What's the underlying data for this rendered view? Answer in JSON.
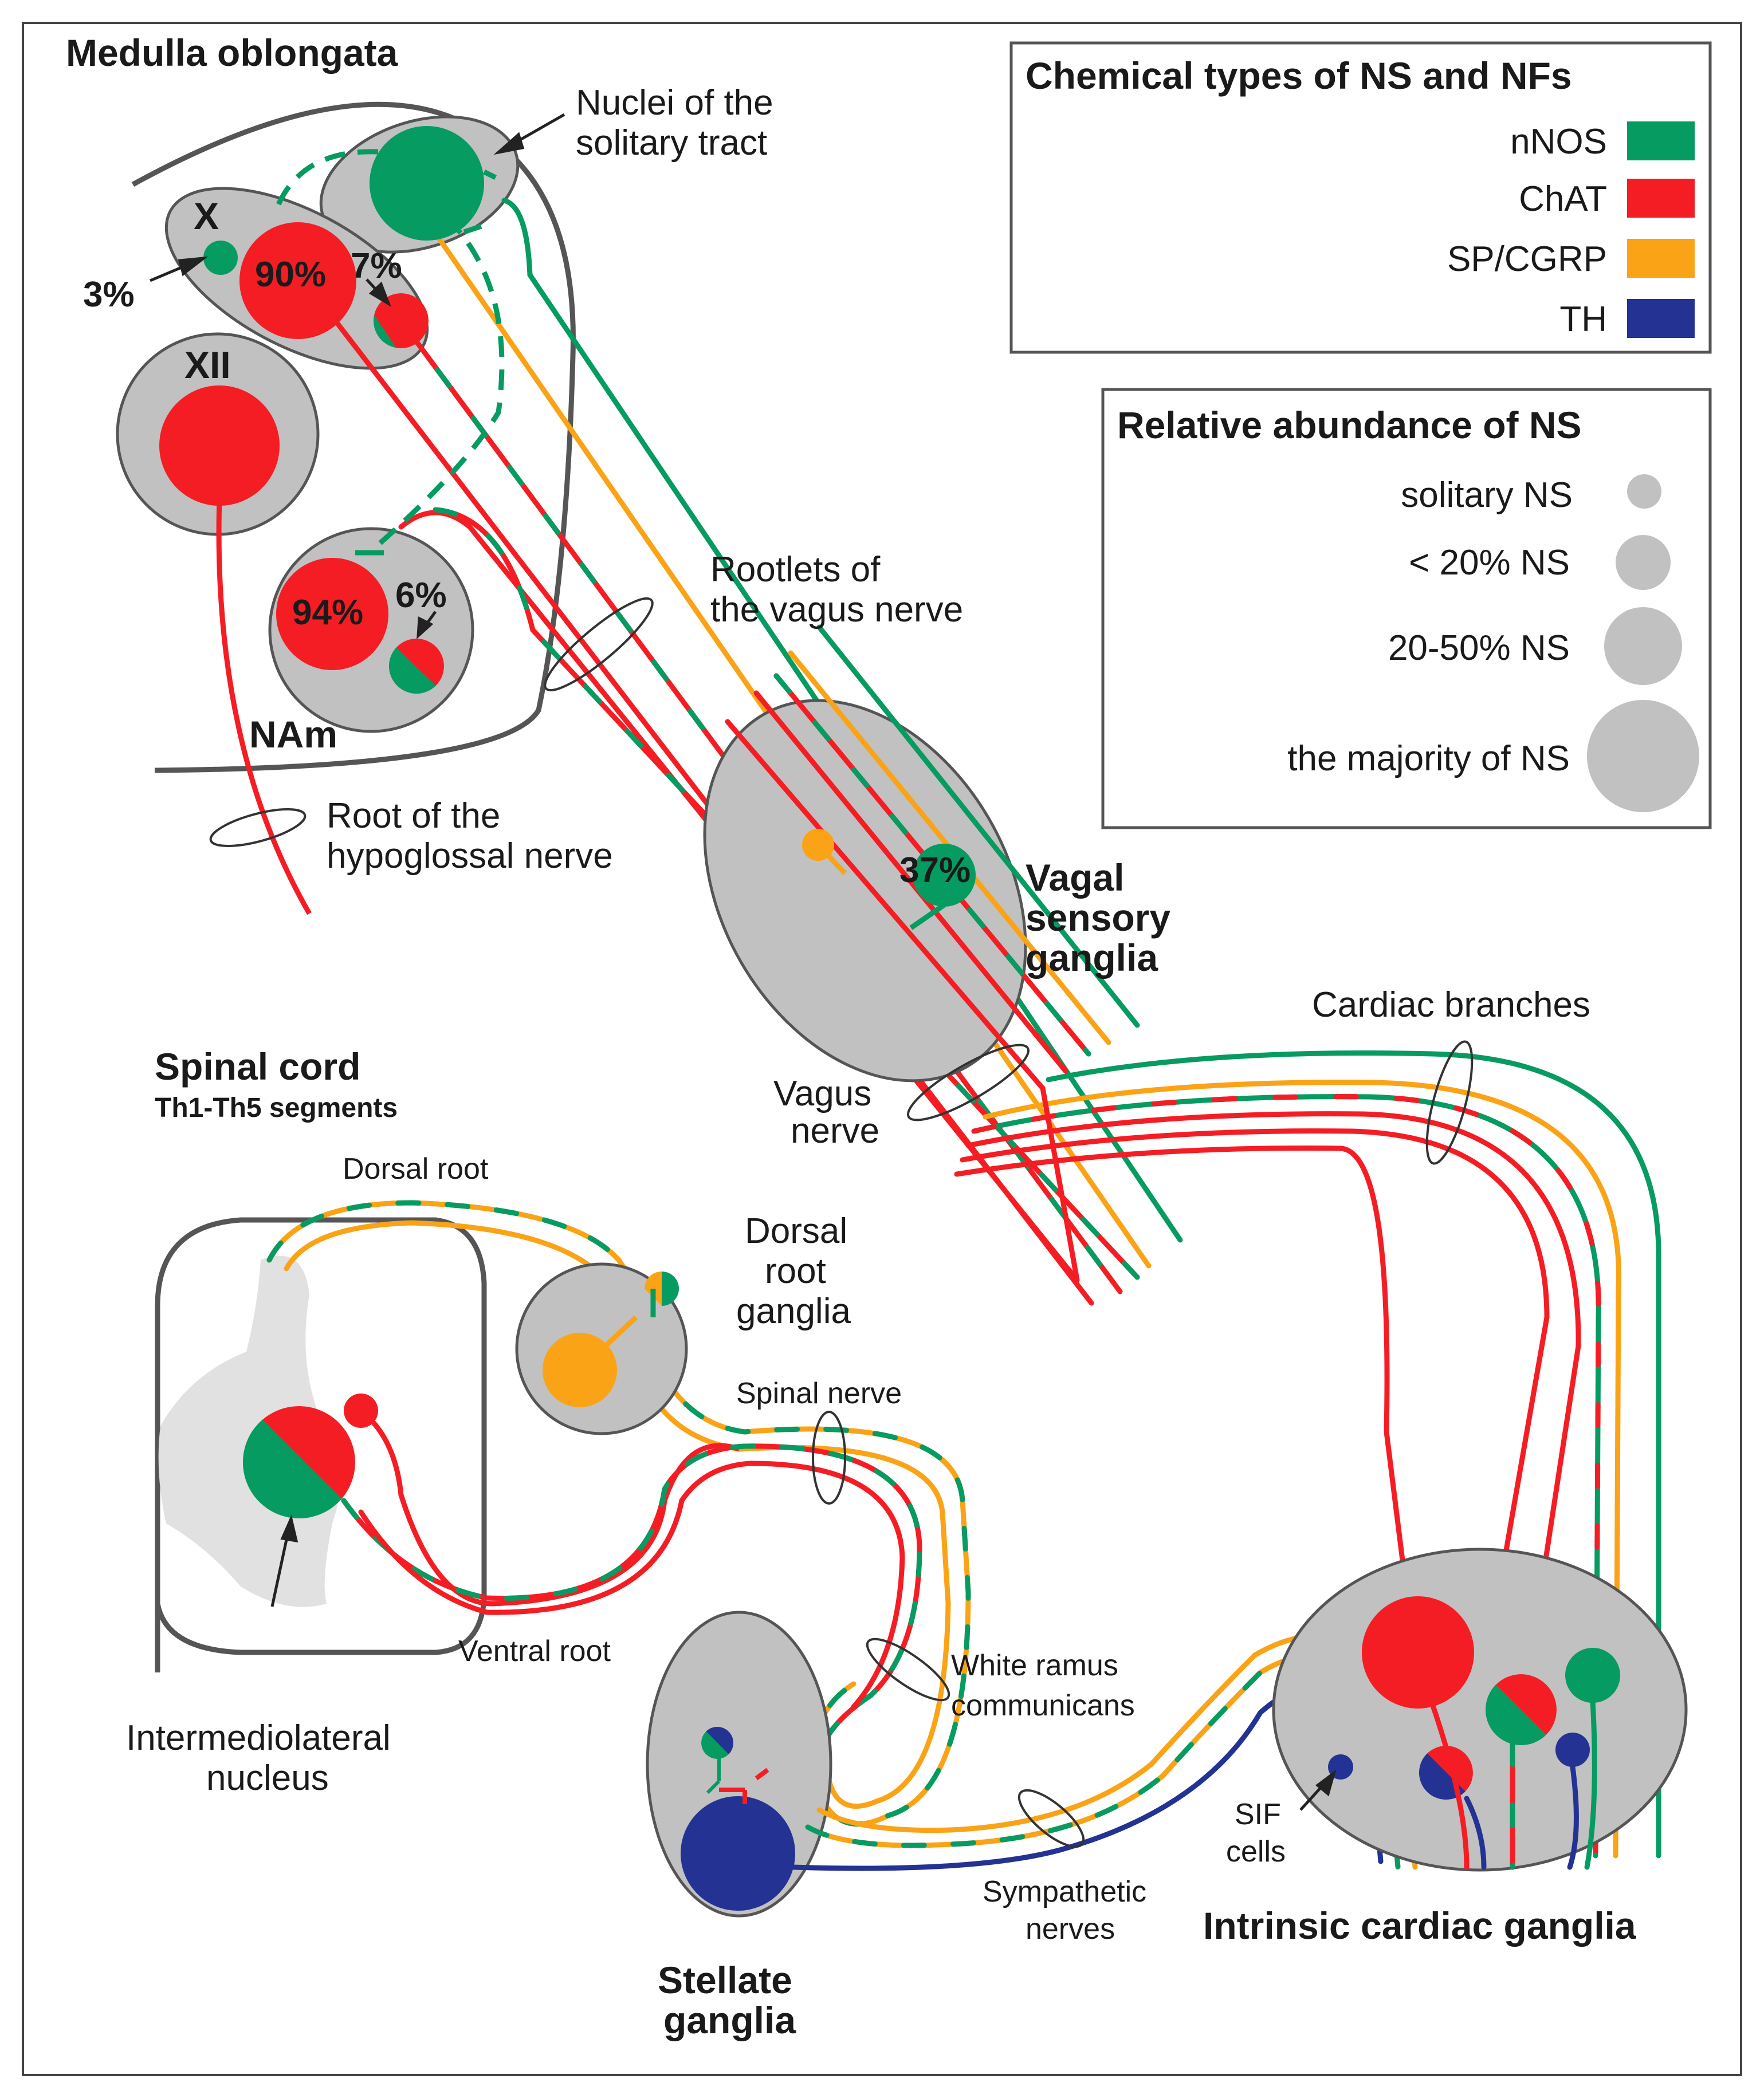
{
  "colors": {
    "nnos": "#069b61",
    "chat": "#f51d24",
    "spcgrp": "#fba316",
    "th": "#233293",
    "gray": "#c1c1c1",
    "light_gray": "#e1e1e1",
    "outline": "#555555"
  },
  "regions": {
    "medulla": "Medulla oblongata",
    "spinal_cord": "Spinal cord",
    "spinal_segments": "Th1-Th5 segments",
    "vagal_1": "Vagal",
    "vagal_2": "sensory",
    "vagal_3": "ganglia",
    "stellate_1": "Stellate",
    "stellate_2": "ganglia",
    "intrinsic": "Intrinsic cardiac ganglia",
    "drg_1": "Dorsal",
    "drg_2": "root",
    "drg_3": "ganglia"
  },
  "nuclei": {
    "x": "X",
    "xii": "XII",
    "nam": "NAm",
    "nts_1": "Nuclei of the",
    "nts_2": "solitary tract",
    "iml_1": "Intermediolateral",
    "iml_2": "nucleus"
  },
  "percentages": {
    "p3": "3%",
    "p90": "90%",
    "p7": "7%",
    "p94": "94%",
    "p6": "6%",
    "p37": "37%"
  },
  "nerves": {
    "rootlets_1": "Rootlets of",
    "rootlets_2": "the vagus nerve",
    "hypoglossal_1": "Root of the",
    "hypoglossal_2": "hypoglossal nerve",
    "vagus_1": "Vagus",
    "vagus_2": "nerve",
    "cardiac_branches": "Cardiac branches",
    "dorsal_root": "Dorsal root",
    "spinal_nerve": "Spinal nerve",
    "ventral_root": "Ventral root",
    "white_ramus_1": "White ramus",
    "white_ramus_2": "communicans",
    "sympathetic_1": "Sympathetic",
    "sympathetic_2": "nerves",
    "sif_1": "SIF",
    "sif_2": "cells"
  },
  "legend_chemical": {
    "title": "Chemical types of NS and NFs",
    "items": [
      {
        "label": "nNOS",
        "color": "#069b61"
      },
      {
        "label": "ChAT",
        "color": "#f51d24"
      },
      {
        "label": "SP/CGRP",
        "color": "#fba316"
      },
      {
        "label": "TH",
        "color": "#233293"
      }
    ]
  },
  "legend_abundance": {
    "title": "Relative abundance of NS",
    "items": [
      {
        "label": "solitary NS"
      },
      {
        "label": "< 20% NS"
      },
      {
        "label": "20-50% NS"
      },
      {
        "label": "the majority of NS"
      }
    ]
  }
}
